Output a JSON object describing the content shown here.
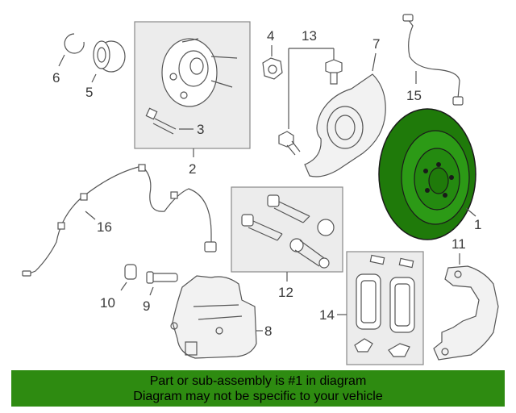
{
  "callouts": {
    "c1": "1",
    "c2": "2",
    "c3": "3",
    "c4": "4",
    "c5": "5",
    "c6": "6",
    "c7": "7",
    "c8": "8",
    "c9": "9",
    "c10": "10",
    "c11": "11",
    "c12": "12",
    "c13": "13",
    "c14": "14",
    "c15": "15",
    "c16": "16"
  },
  "highlight": {
    "part": "1",
    "color": "#1f7a0a"
  },
  "banner": {
    "line1": "Part or sub-assembly is #1 in diagram",
    "line2": "Diagram may not be specific to your vehicle",
    "color": "#2e8b11"
  }
}
